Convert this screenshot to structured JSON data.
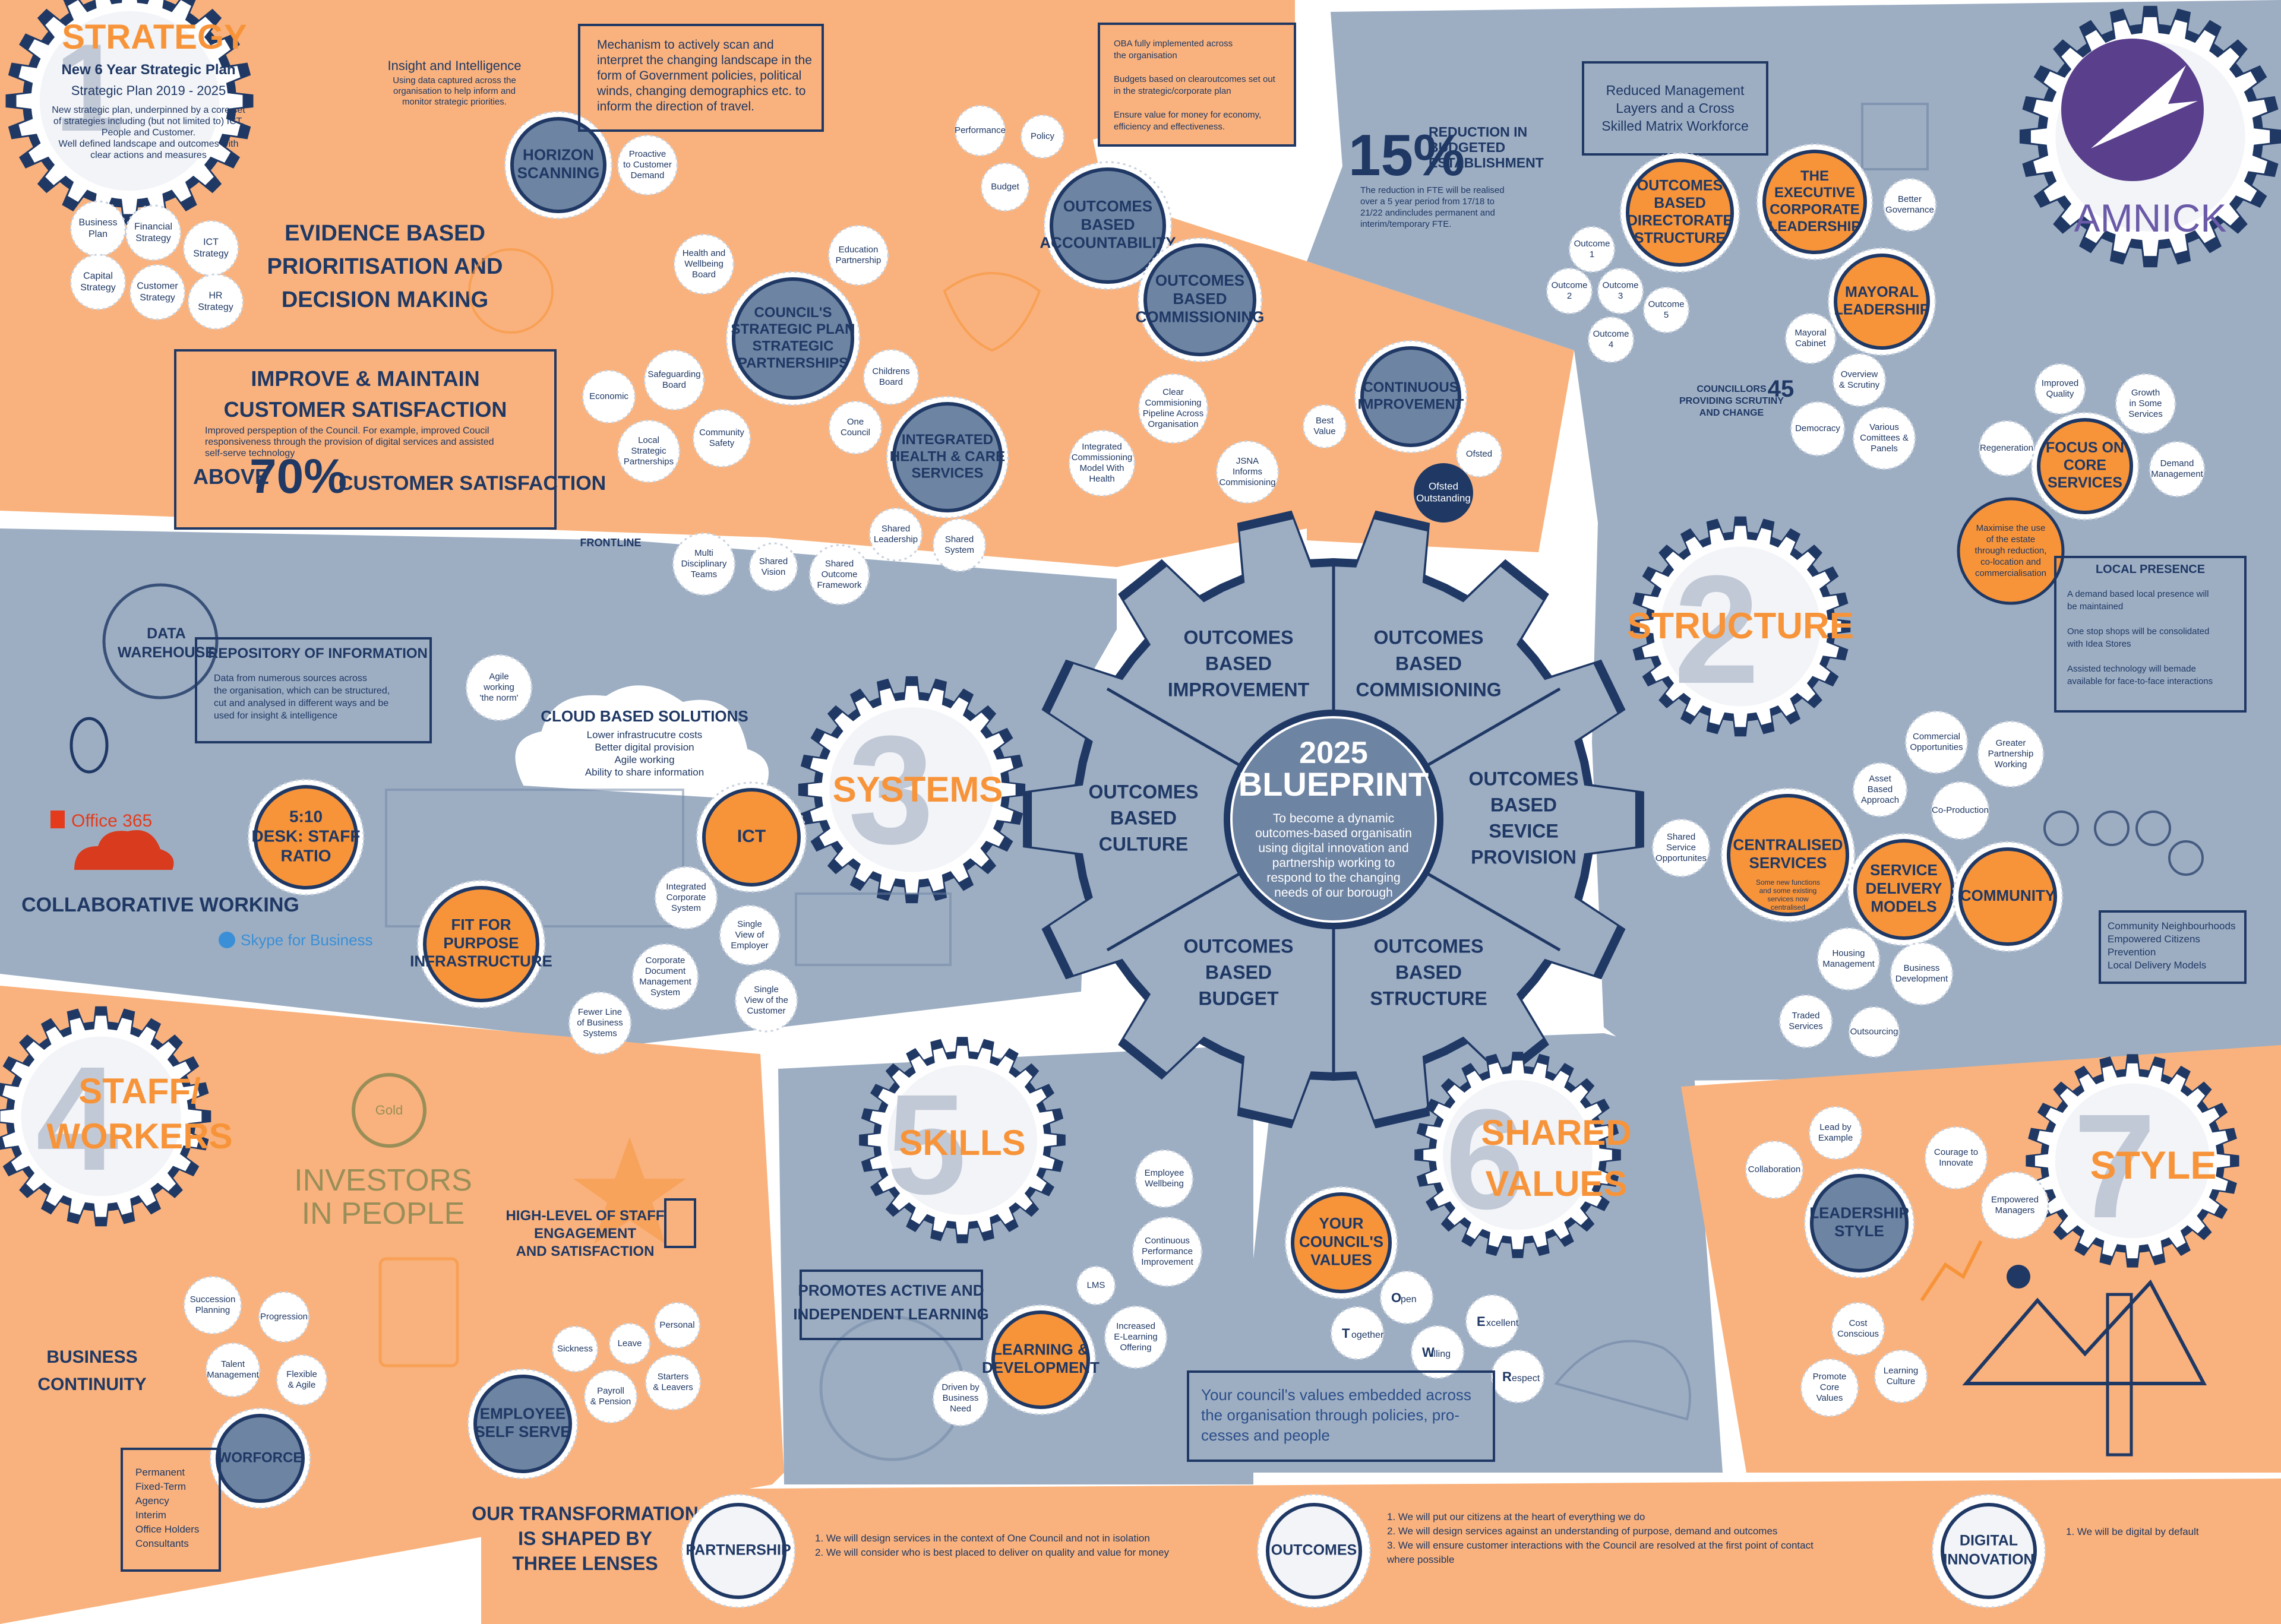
{
  "colors": {
    "orange": "#f9b27d",
    "orange_dark": "#f7943a",
    "slate": "#9daec3",
    "navy": "#1f3864",
    "slate_circle": "#6e84a3",
    "light": "#f2f4f8",
    "white": "#ffffff"
  },
  "hub": {
    "title": "2025",
    "subtitle": "BLUEPRINT",
    "desc": [
      "To become a dynamic",
      "outcomes-based organisatin",
      "using digital innovation and",
      "partnership working to",
      "respond to the changing",
      "needs of our borough"
    ],
    "segments": [
      [
        "OUTCOMES",
        "BASED",
        "IMPROVEMENT"
      ],
      [
        "OUTCOMES",
        "BASED",
        "COMMISIONING"
      ],
      [
        "OUTCOMES",
        "BASED",
        "SEVICE",
        "PROVISION"
      ],
      [
        "OUTCOMES",
        "BASED",
        "STRUCTURE"
      ],
      [
        "OUTCOMES",
        "BASED",
        "BUDGET"
      ],
      [
        "OUTCOMES",
        "BASED",
        "CULTURE"
      ]
    ]
  },
  "brand": {
    "logo_text": "AMNICK",
    "logo_icon": "amnick-arrows-logo-icon"
  },
  "strategy": {
    "number": "1",
    "title": "STRATEGY",
    "plan_title": "New 6 Year Strategic Plan",
    "plan_years": "Strategic Plan 2019 - 2025",
    "desc": [
      "New strategic plan, underpinned by a core set",
      "of strategies including (but not limited to) ICT,",
      "People and Customer.",
      "Well defined landscape and outcomes with",
      "clear actions and measures"
    ],
    "bubbles": [
      [
        "Business",
        "Plan"
      ],
      [
        "Financial",
        "Strategy"
      ],
      [
        "ICT",
        "Strategy"
      ],
      [
        "Capital",
        "Strategy"
      ],
      [
        "Customer",
        "Strategy"
      ],
      [
        "HR",
        "Strategy"
      ]
    ],
    "evidence": [
      "EVIDENCE BASED",
      "PRIORITISATION AND",
      "DECISION MAKING"
    ],
    "insight_title": "Insight and Intelligence",
    "insight_desc": [
      "Using data captured across the",
      "organisation to help inform and",
      "monitor strategic priorities."
    ],
    "horizon": [
      "HORIZON",
      "SCANNING"
    ],
    "proactive": [
      "Proactive",
      "to Customer",
      "Demand"
    ],
    "mechanism": [
      "Mechanism to actively scan and",
      "interpret the changing landscape in the",
      "form of Government policies, political",
      "winds, changing demographics etc. to",
      "inform the direction of travel."
    ],
    "customer_title": [
      "IMPROVE & MAINTAIN",
      "CUSTOMER SATISFACTION"
    ],
    "customer_desc": [
      "Improved perspeption of the Council. For example, improved Coucil",
      "responsiveness through the provision of digital services and assisted",
      "self-serve technology"
    ],
    "above": "ABOVE",
    "pct": "70%",
    "cs_label": "CUSTOMER SATISFACTION",
    "oba": [
      "OBA fully implemented across",
      "the organisation",
      "",
      "Budgets based on clearoutcomes set out",
      "in the strategic/corporate plan",
      "",
      "Ensure value for money for economy,",
      "efficiency and effectiveness."
    ],
    "accountability": [
      "OUTCOMES",
      "BASED",
      "ACCOUNTABILITY"
    ],
    "acc_bubbles": [
      "Performance",
      "Policy",
      "Budget"
    ],
    "commissioning": [
      "OUTCOMES",
      "BASED",
      "COMMISSIONING"
    ],
    "csp": [
      "COUNCIL'S",
      "STRATEGIC PLAN",
      "STRATEGIC",
      "PARTNERSHIPS"
    ],
    "csp_bubbles": [
      [
        "Health and",
        "Wellbeing",
        "Board"
      ],
      [
        "Education",
        "Partnership"
      ],
      [
        "Economic"
      ],
      [
        "Safeguarding",
        "Board"
      ],
      [
        "Local",
        "Strategic",
        "Partnerships"
      ],
      [
        "Community",
        "Safety"
      ],
      [
        "Childrens",
        "Board"
      ],
      [
        "One",
        "Council"
      ]
    ],
    "ihcs": [
      "INTEGRATED",
      "HEALTH & CARE",
      "SERVICES"
    ],
    "clear": [
      "Clear",
      "Commisioning",
      "Pipeline Across",
      "Organisation"
    ],
    "icm": [
      "Integrated",
      "Commissioning",
      "Model With",
      "Health"
    ],
    "jsna": [
      "JSNA",
      "Informs",
      "Commisioning"
    ],
    "continuous": [
      "CONTINUOUS",
      "IMPROVEMENT"
    ],
    "best_value": [
      "Best",
      "Value"
    ],
    "ofsted": "Ofsted",
    "ofsted_logo": [
      "Ofsted",
      "Outstanding"
    ],
    "frontline": "FRONTLINE",
    "front_bubbles": [
      [
        "Multi",
        "Disciplinary",
        "Teams"
      ],
      [
        "Shared",
        "Vision"
      ],
      [
        "Shared",
        "Outcome",
        "Framework"
      ],
      [
        "Shared",
        "Leadership"
      ],
      [
        "Shared",
        "System"
      ]
    ]
  },
  "structure": {
    "number": "2",
    "title": "STRUCTURE",
    "pct": "15%",
    "reduction": [
      "REDUCTION IN",
      "BUDGETED",
      "ESTABLISHMENT"
    ],
    "reduction_desc": [
      "The reduction in FTE will be realised",
      "over a 5 year period from 17/18 to",
      "21/22 andincludes permanent and",
      "interim/temporary FTE."
    ],
    "reduced_box": [
      "Reduced Management",
      "Layers and a Cross",
      "Skilled Matrix Workforce"
    ],
    "odc": [
      "OUTCOMES",
      "BASED",
      "DIRECTORATE",
      "STRUCTURE"
    ],
    "ecl": [
      "THE",
      "EXECUTIVE",
      "CORPORATE",
      "LEADERSHIP"
    ],
    "better_gov": [
      "Better",
      "Governance"
    ],
    "outcomes": [
      [
        "Outcome",
        "1"
      ],
      [
        "Outcome",
        "2"
      ],
      [
        "Outcome",
        "3"
      ],
      [
        "Outcome",
        "4"
      ],
      [
        "Outcome",
        "5"
      ]
    ],
    "mayoral": [
      "MAYORAL",
      "LEADERSHIP"
    ],
    "mayoral_cabinet": [
      "Mayoral",
      "Cabinet"
    ],
    "overview": [
      "Overview",
      "& Scrutiny"
    ],
    "democracy": [
      "Democracy"
    ],
    "various": [
      "Various",
      "Comittees &",
      "Panels"
    ],
    "councillors_num": "45",
    "councillors": [
      "COUNCILLORS",
      "PROVIDING SCRUTINY",
      "AND CHANGE"
    ],
    "focus": [
      "FOCUS ON",
      "CORE",
      "SERVICES"
    ],
    "improved_quality": [
      "Improved",
      "Quality"
    ],
    "growth": [
      "Growth",
      "in Some",
      "Services"
    ],
    "regeneration": [
      "Regeneration"
    ],
    "demand": [
      "Demand",
      "Management"
    ],
    "maximise": [
      "Maximise the use",
      "of the estate",
      "through reduction,",
      "co-location and",
      "commercialisation"
    ],
    "local_title": "LOCAL PRESENCE",
    "local_desc": [
      "A demand based local presence will",
      "be maintained",
      "",
      "One stop shops will be consolidated",
      "with Idea Stores",
      "",
      "Assisted technology will bemade",
      "available for face-to-face interactions"
    ],
    "centralised": [
      "CENTRALISED",
      "SERVICES"
    ],
    "centralised_desc": [
      "Some new functions",
      "and some existing",
      "services now",
      "centralised"
    ],
    "sdm": [
      "SERVICE",
      "DELIVERY",
      "MODELS"
    ],
    "community": [
      "COMMUNITY"
    ],
    "sdm_bubbles": [
      [
        "Commercial",
        "Opportunities"
      ],
      [
        "Greater",
        "Partnership",
        "Working"
      ],
      [
        "Asset",
        "Based",
        "Approach"
      ],
      [
        "Co-Production"
      ],
      [
        "Shared",
        "Service",
        "Opportunites"
      ],
      [
        "Housing",
        "Management"
      ],
      [
        "Business",
        "Development"
      ],
      [
        "Traded",
        "Services"
      ],
      [
        "Outsourcing"
      ]
    ],
    "community_box": [
      "Community Neighbourhoods",
      "Empowered Citizens",
      "Prevention",
      "Local Delivery Models"
    ]
  },
  "systems": {
    "number": "3",
    "title": "SYSTEMS",
    "data_wh": [
      "DATA",
      "WAREHOUSE"
    ],
    "repo_title": "REPOSITORY OF INFORMATION",
    "repo_desc": [
      "Data from numerous sources across",
      "the organisation, which can be structured,",
      "cut and analysed in different ways and be",
      "used for insight & intelligence"
    ],
    "agile": [
      "Agile",
      "working",
      "'the norm'"
    ],
    "cloud_title": "CLOUD BASED SOLUTIONS",
    "cloud_desc": [
      "Lower infrastrucutre costs",
      "Better digital provision",
      "Agile working",
      "Ability to share information"
    ],
    "desk": [
      "5:10",
      "DESK: STAFF",
      "RATIO"
    ],
    "office365": "Office 365",
    "collab": "COLLABORATIVE WORKING",
    "skype": "Skype for Business",
    "ict": [
      "ICT"
    ],
    "fit": [
      "FIT FOR",
      "PURPOSE",
      "INFRASTRUCTURE"
    ],
    "ict_bubbles": [
      [
        "Integrated",
        "Corporate",
        "System"
      ],
      [
        "Single",
        "View of",
        "Employer"
      ],
      [
        "Corporate",
        "Document",
        "Management",
        "System"
      ],
      [
        "Single",
        "View of the",
        "Customer"
      ],
      [
        "Fewer Line",
        "of Business",
        "Systems"
      ]
    ]
  },
  "staff": {
    "number": "4",
    "title": [
      "STAFF/",
      "WORKERS"
    ],
    "iip_gold": "Gold",
    "iip": [
      "INVESTORS",
      "IN PEOPLE"
    ],
    "engagement": [
      "HIGH-LEVEL OF STAFF",
      "ENGAGEMENT",
      "AND SATISFACTION"
    ],
    "business": [
      "BUSINESS",
      "CONTINUITY"
    ],
    "bubbles": [
      [
        "Succession",
        "Planning"
      ],
      [
        "Progression"
      ],
      [
        "Talent",
        "Management"
      ],
      [
        "Flexible",
        "& Agile"
      ]
    ],
    "workforce": [
      "WORFORCE"
    ],
    "workforce_box": [
      "Permanent",
      "Fixed-Term",
      "Agency",
      "Interim",
      "Office Holders",
      "Consultants"
    ],
    "ess": [
      "EMPLOYEE",
      "SELF SERVE"
    ],
    "ess_bubbles": [
      [
        "Sickness"
      ],
      [
        "Leave"
      ],
      [
        "Personal"
      ],
      [
        "Payroll",
        "& Pension"
      ],
      [
        "Starters",
        "& Leavers"
      ]
    ]
  },
  "skills": {
    "number": "5",
    "title": "SKILLS",
    "promotes": [
      "PROMOTES ACTIVE AND",
      "INDEPENDENT LEARNING"
    ],
    "ld": [
      "LEARNING &",
      "DEVELOPMENT"
    ],
    "bubbles": [
      [
        "Employee",
        "Wellbeing"
      ],
      [
        "Continuous",
        "Performance",
        "Improvement"
      ],
      [
        "LMS"
      ],
      [
        "Increased",
        "E-Learning",
        "Offering"
      ],
      [
        "Driven by",
        "Business",
        "Need"
      ]
    ]
  },
  "values": {
    "number": "6",
    "title": [
      "SHARED",
      "VALUES"
    ],
    "yours": [
      "YOUR",
      "COUNCIL'S",
      "VALUES"
    ],
    "words": [
      [
        "O",
        "pen"
      ],
      [
        "T",
        "ogether"
      ],
      [
        "W",
        "illing"
      ],
      [
        "E",
        "xcellent"
      ],
      [
        "R",
        "espect"
      ]
    ],
    "embedded": [
      "Your council's values embedded across",
      "the organisation through policies, pro-",
      "cesses and people"
    ]
  },
  "style": {
    "number": "7",
    "title": "STYLE",
    "leadership": [
      "LEADERSHIP",
      "STYLE"
    ],
    "bubbles": [
      [
        "Lead by",
        "Example"
      ],
      [
        "Collaboration"
      ],
      [
        "Courage to",
        "Innovate"
      ],
      [
        "Empowered",
        "Managers"
      ],
      [
        "Cost",
        "Conscious"
      ],
      [
        "Promote",
        "Core",
        "Values"
      ],
      [
        "Learning",
        "Culture"
      ]
    ]
  },
  "lenses": {
    "title": [
      "OUR TRANSFORMATION",
      "IS SHAPED BY",
      "THREE LENSES"
    ],
    "partnership": {
      "label": [
        "PARTNERSHIP"
      ],
      "items": [
        "1. We will design services in the context of One Council and not in isolation",
        "2. We will consider who is best placed  to deliver on quality and value for money"
      ]
    },
    "outcomes": {
      "label": [
        "OUTCOMES"
      ],
      "items": [
        "1. We will put our citizens at the heart of everything we do",
        "2. We will design services against an understanding of purpose, demand and outcomes",
        "3. We will ensure customer interactions with the Council are resolved at the first point of contact",
        "    where possible"
      ]
    },
    "digital": {
      "label": [
        "DIGITAL",
        "INNOVATION"
      ],
      "items": [
        "1. We will be digital by default"
      ]
    }
  }
}
